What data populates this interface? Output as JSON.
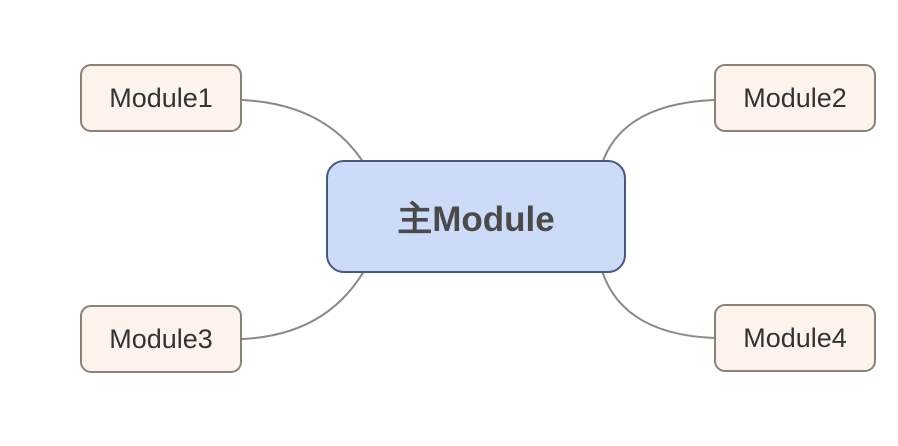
{
  "diagram": {
    "type": "mindmap",
    "center": {
      "label": "主Module"
    },
    "branches": [
      {
        "id": "module1",
        "label": "Module1",
        "position": "top-left"
      },
      {
        "id": "module2",
        "label": "Module2",
        "position": "top-right"
      },
      {
        "id": "module3",
        "label": "Module3",
        "position": "bottom-left"
      },
      {
        "id": "module4",
        "label": "Module4",
        "position": "bottom-right"
      }
    ],
    "connections": [
      {
        "from": "module1",
        "to": "center"
      },
      {
        "from": "module2",
        "to": "center"
      },
      {
        "from": "module3",
        "to": "center"
      },
      {
        "from": "module4",
        "to": "center"
      }
    ],
    "colors": {
      "background": "#ffffff",
      "center_fill": "#ccdcf8",
      "center_border": "#44597e",
      "center_text": "#4a4a4a",
      "branch_fill": "#fdf3ec",
      "branch_border": "#8b8276",
      "branch_text": "#333333",
      "connector": "#8a8a8a"
    }
  }
}
